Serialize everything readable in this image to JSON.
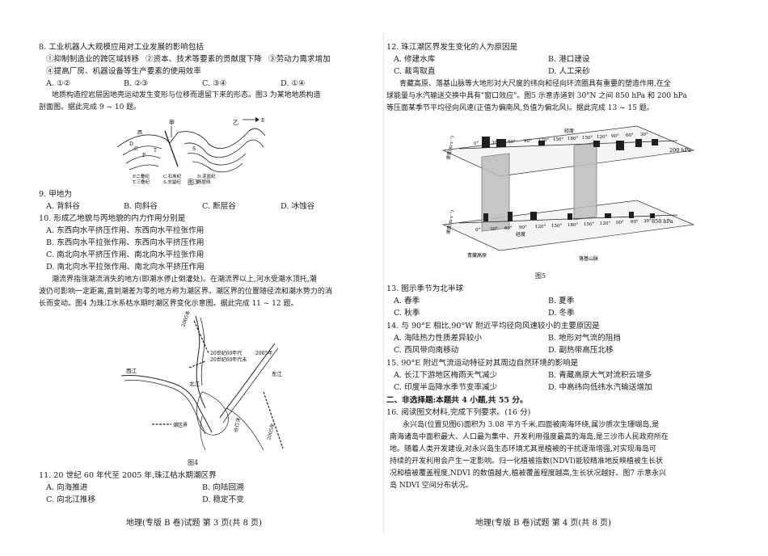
{
  "left": {
    "q8": {
      "stem": "8. 工业机器人大规模应用对工业发展的影响包括",
      "s1": "①抑制制造业的跨区域转移",
      "s2": "②资本、技术等要素的贡献度下降",
      "s3": "③劳动力需求增加",
      "s4": "④提高厂房、机器设备等生产要素的使用效率",
      "opts": [
        "A. ①②",
        "B. ②③",
        "C. ③④",
        "D. ①④"
      ]
    },
    "intro9": [
      "地质构造控岩层因地壳运动发生变形与位移而遗留下来的形态。图3 为某地地质构造",
      "剖面图。据此完成 9 ~ 10 题。"
    ],
    "fig3": {
      "caption": "图3",
      "labels": {
        "jia": "甲",
        "yi": "乙",
        "e": "E",
        "xi": "西"
      },
      "strata": [
        "D",
        "C",
        "P",
        "T",
        "S"
      ],
      "legend": [
        "P.二叠纪",
        "T.三叠纪",
        "C.石炭纪",
        "S.志留纪",
        "D.泥盆纪",
        "断层线"
      ]
    },
    "q9": {
      "stem": "9. 甲地为",
      "opts": [
        "A. 背斜谷",
        "B. 向斜谷",
        "C. 断层谷",
        "D. 冰蚀谷"
      ]
    },
    "q10": {
      "stem": "10. 形成乙地貌与丙地貌的内力作用分别是",
      "opts": [
        "A. 东西向水平挤压作用、东西向水平拉张作用",
        "B. 东西向水平拉张作用、东西向水平挤压作用",
        "C. 南北向水平挤压作用、南北向水平拉张作用",
        "D. 南北向水平拉张作用、南北向水平挤压作用"
      ]
    },
    "intro11": [
      "潮流界指涨潮流消失的地方(即潮水停止倒灌处)。在潮流界以上,河水受潮水顶托,潮",
      "波仍可影响一定距离,直到潮差为零的地方称为潮区界。潮区界的位置随径流和潮水势力的消",
      "长而变动。图4 为珠江水系枯水期时潮区界变化示意图。据此完成 11 ~ 12 题。"
    ],
    "fig4": {
      "caption": "图4",
      "labels": [
        "2005年",
        "20世纪60年代",
        "20世纪60年代末",
        "2005年",
        "西江",
        "北江",
        "东江",
        "潮区界",
        "伶仃洋",
        "2005年"
      ]
    },
    "q11": {
      "stem": "11. 20 世纪 60 年代至 2005 年,珠江枯水期潮区界",
      "opts": [
        "A. 向海推进",
        "B. 向陆回溯",
        "C. 向北江推移",
        "D. 稳定不变"
      ]
    },
    "footer": "地理(专版 B 卷)试题    第 3 页(共 8 页)"
  },
  "right": {
    "q12": {
      "stem": "12. 珠江潮区界发生变化的人为原因是",
      "opts": [
        "A. 修建水库",
        "B. 港口建设",
        "C. 裁弯取直",
        "D. 人工采砂"
      ]
    },
    "intro13": [
      "青藏高原、落基山脉等大地形对大尺度的纬向和径向环流圈具有重要的塑造作用,在全",
      "球能量与水汽输送交换中具有\"窗口效应\"。图5 示意赤道到 30°N 之间 850 hPa 和 200 hPa",
      "等压面某季节平均径向风速(正值为偏南风,负值为偏北风)。据此完成 13 ~ 15 题。"
    ],
    "fig5": {
      "caption": "图5",
      "upper_level": "200 hPa",
      "lower_level": "850 hPa",
      "axis_label": "经度",
      "speed_label": "速度(m·s⁻¹)",
      "ticks_upper": [
        "0°",
        "30°",
        "60°",
        "90°",
        "120°",
        "150°",
        "180°",
        "150°",
        "120°",
        "90°",
        "60°",
        "30°"
      ],
      "ticks_lower": [
        "0°",
        "30°",
        "60°",
        "90°",
        "120°",
        "150°",
        "180°",
        "150°",
        "120°",
        "90°",
        "60°",
        "30°"
      ],
      "region_a": "青藏高原",
      "region_b": "落基山脉"
    },
    "q13": {
      "stem": "13. 图示季节为北半球",
      "opts": [
        "A. 春季",
        "B. 夏季",
        "C. 秋季",
        "D. 冬季"
      ]
    },
    "q14": {
      "stem": "14. 与 90°E 相比,90°W 附近平均径向风速较小的主要原因是",
      "opts": [
        "A. 海陆热力性质差异较小",
        "B. 地形对气流的阻挡",
        "C. 西风带向南移动",
        "D. 副热带高压北移"
      ]
    },
    "q15": {
      "stem": "15. 90°E 附近气流运动特征对其周边自然环境的影响是",
      "opts": [
        "A. 长江下游地区梅雨天气减少",
        "B. 青藏高原大气对流积云增多",
        "C. 印度半岛降水季节变率减少",
        "D. 中高纬向低纬水汽输送增加"
      ]
    },
    "section2": "二、非选择题:本题共 4 小题,共 55 分。",
    "q16": {
      "stem": "16. 阅读图文材料,完成下列要求。(16 分)",
      "lines": [
        "永兴岛(位置见图6)面积为 3.08 平方千米,四面被南海环绕,属沙质次生珊瑚岛,是",
        "南海诸岛中面积最大、人口最为集中、开发利用强度最高的海岛,是三沙市人民政府所在",
        "地。随着人类开发建设,对永兴岛生态环境尤其是植被的干扰逐渐增强,对实现海岛可",
        "持续的开发利用会产生一定影响。归一化植被指数(NDVI)能较精准地反映植被生长状",
        "况和植被覆盖程度,NDVI 的数值越大,植被覆盖程度越高,生长状况越好。图7 示意永兴",
        "岛 NDVI 空间分布状况。"
      ]
    },
    "footer": "地理(专版 B 卷)试题    第 4 页(共 8 页)"
  },
  "colors": {
    "ink": "#1a1a1a",
    "bar": "#1f1f1f",
    "plane": "#f4f4f4",
    "wall": "#bdbdbd"
  }
}
